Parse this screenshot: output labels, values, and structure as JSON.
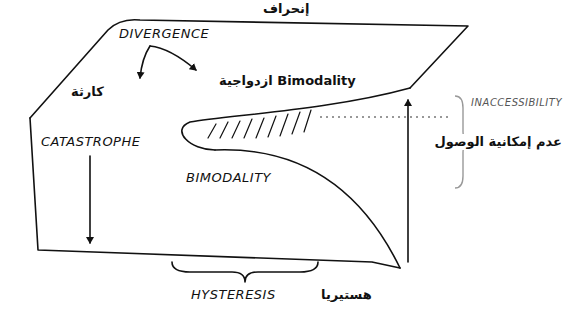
{
  "diagram": {
    "labels": [
      "DIVERGENCE",
      "إنحراف",
      "ازدواجية Bimodality",
      "كارثة",
      "CATASTROPHE",
      "BIMODALITY",
      "INACCESSIBILITY",
      "عدم إمكانية الوصول",
      "HYSTERESIS",
      "هستيريا"
    ]
  }
}
